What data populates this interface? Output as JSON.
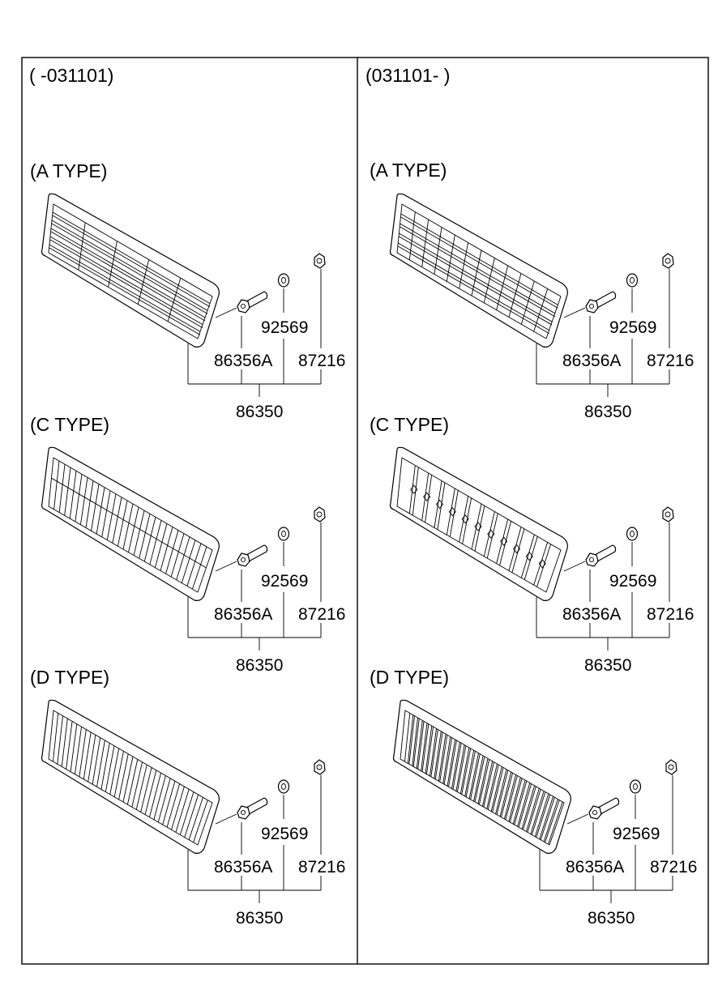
{
  "columns": [
    {
      "header": "( -031101)",
      "panels": [
        {
          "type_label": "(A TYPE)",
          "style": "A",
          "parts": {
            "bolt": "86356A",
            "washer": "92569",
            "nut": "87216",
            "assembly": "86350"
          }
        },
        {
          "type_label": "(C TYPE)",
          "style": "C",
          "parts": {
            "bolt": "86356A",
            "washer": "92569",
            "nut": "87216",
            "assembly": "86350"
          }
        },
        {
          "type_label": "(D TYPE)",
          "style": "D",
          "parts": {
            "bolt": "86356A",
            "washer": "92569",
            "nut": "87216",
            "assembly": "86350"
          }
        }
      ]
    },
    {
      "header": "(031101- )",
      "panels": [
        {
          "type_label": "(A TYPE)",
          "style": "A2",
          "parts": {
            "bolt": "86356A",
            "washer": "92569",
            "nut": "87216",
            "assembly": "86350"
          }
        },
        {
          "type_label": "(C TYPE)",
          "style": "C2",
          "parts": {
            "bolt": "86356A",
            "washer": "92569",
            "nut": "87216",
            "assembly": "86350"
          }
        },
        {
          "type_label": "(D TYPE)",
          "style": "D2",
          "parts": {
            "bolt": "86356A",
            "washer": "92569",
            "nut": "87216",
            "assembly": "86350"
          }
        }
      ]
    }
  ]
}
